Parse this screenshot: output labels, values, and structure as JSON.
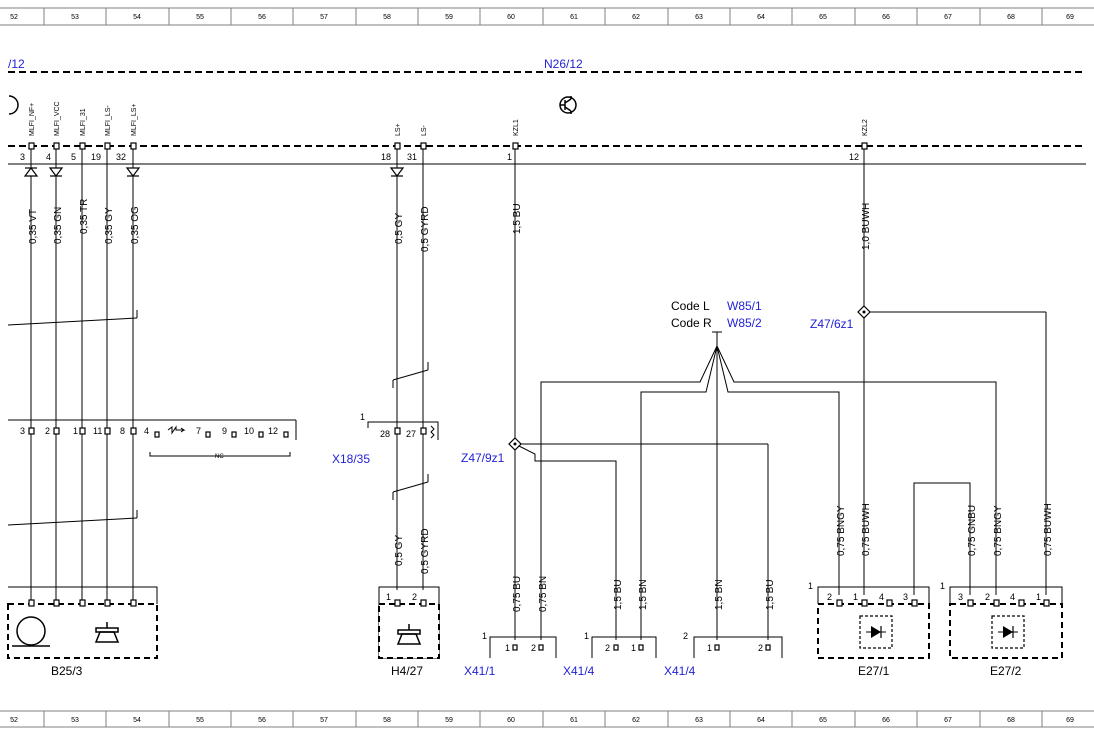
{
  "ruler": {
    "top": [
      "52",
      "53",
      "54",
      "55",
      "56",
      "57",
      "58",
      "59",
      "60",
      "61",
      "62",
      "63",
      "64",
      "65",
      "66",
      "67",
      "68",
      "69"
    ],
    "bottom": [
      "52",
      "53",
      "54",
      "55",
      "56",
      "57",
      "58",
      "59",
      "60",
      "61",
      "62",
      "63",
      "64",
      "65",
      "66",
      "67",
      "68",
      "69"
    ]
  },
  "modules": {
    "left_partial": "/12",
    "n26": "N26/12"
  },
  "pin_names": [
    "MLFI_NF+",
    "MLFI_VCC",
    "MLFI_31",
    "MLFI_LS-",
    "MLFI_LS+",
    "LS+",
    "LS-",
    "KZL1",
    "KZL2"
  ],
  "pin_numbers": [
    "3",
    "4",
    "5",
    "19",
    "32",
    "18",
    "31",
    "1",
    "12"
  ],
  "wires_top": [
    "0,35 VT",
    "0,35 GN",
    "0,35 TR",
    "0,35 GY",
    "0,35 OG",
    "0,5 GY",
    "0,5 GYRD",
    "1,5 BU",
    "1,0 BUWH"
  ],
  "connector_x18": {
    "left_pins": [
      "3",
      "2",
      "1",
      "11",
      "8",
      "4",
      "7",
      "9",
      "10",
      "12"
    ],
    "nc": "NC",
    "mid_one": "1",
    "mid_pins": [
      "28",
      "27"
    ],
    "label": "X18/35"
  },
  "code": {
    "line1": "Code L",
    "line1_ref": "W85/1",
    "line2": "Code R",
    "line2_ref": "W85/2"
  },
  "splices": {
    "z47_6": "Z47/6z1",
    "z47_9": "Z47/9z1"
  },
  "wires_bottom": [
    "0,5 GY",
    "0,5 GYRD",
    "0,75 BU",
    "0,75 BN",
    "1,5 BU",
    "1,5 BN",
    "1,5 BN",
    "1,5 BU",
    "0,75 BNGY",
    "0,75 BUWH",
    "0,75 GNBU",
    "0,75 BNGY",
    "0,75 BUWH"
  ],
  "components": {
    "b25": {
      "label": "B25/3"
    },
    "h4": {
      "label": "H4/27",
      "pins": [
        "1",
        "2"
      ]
    },
    "x41_1": {
      "label": "X41/1",
      "one": "1",
      "pins": [
        "1",
        "2"
      ]
    },
    "x41_4a": {
      "label": "X41/4",
      "one": "1",
      "pins": [
        "1",
        "2"
      ]
    },
    "x41_4b": {
      "label": "X41/4",
      "one": "2",
      "pins": [
        "1",
        "2"
      ]
    },
    "e27_1": {
      "label": "E27/1",
      "one": "1",
      "pins": [
        "2",
        "1",
        "4",
        "3"
      ]
    },
    "e27_2": {
      "label": "E27/2",
      "one": "1",
      "pins": [
        "3",
        "2",
        "4",
        "1"
      ]
    }
  },
  "colors": {
    "line": "#000000",
    "ref_blue": "#1f1fd6",
    "grid": "#808080"
  }
}
